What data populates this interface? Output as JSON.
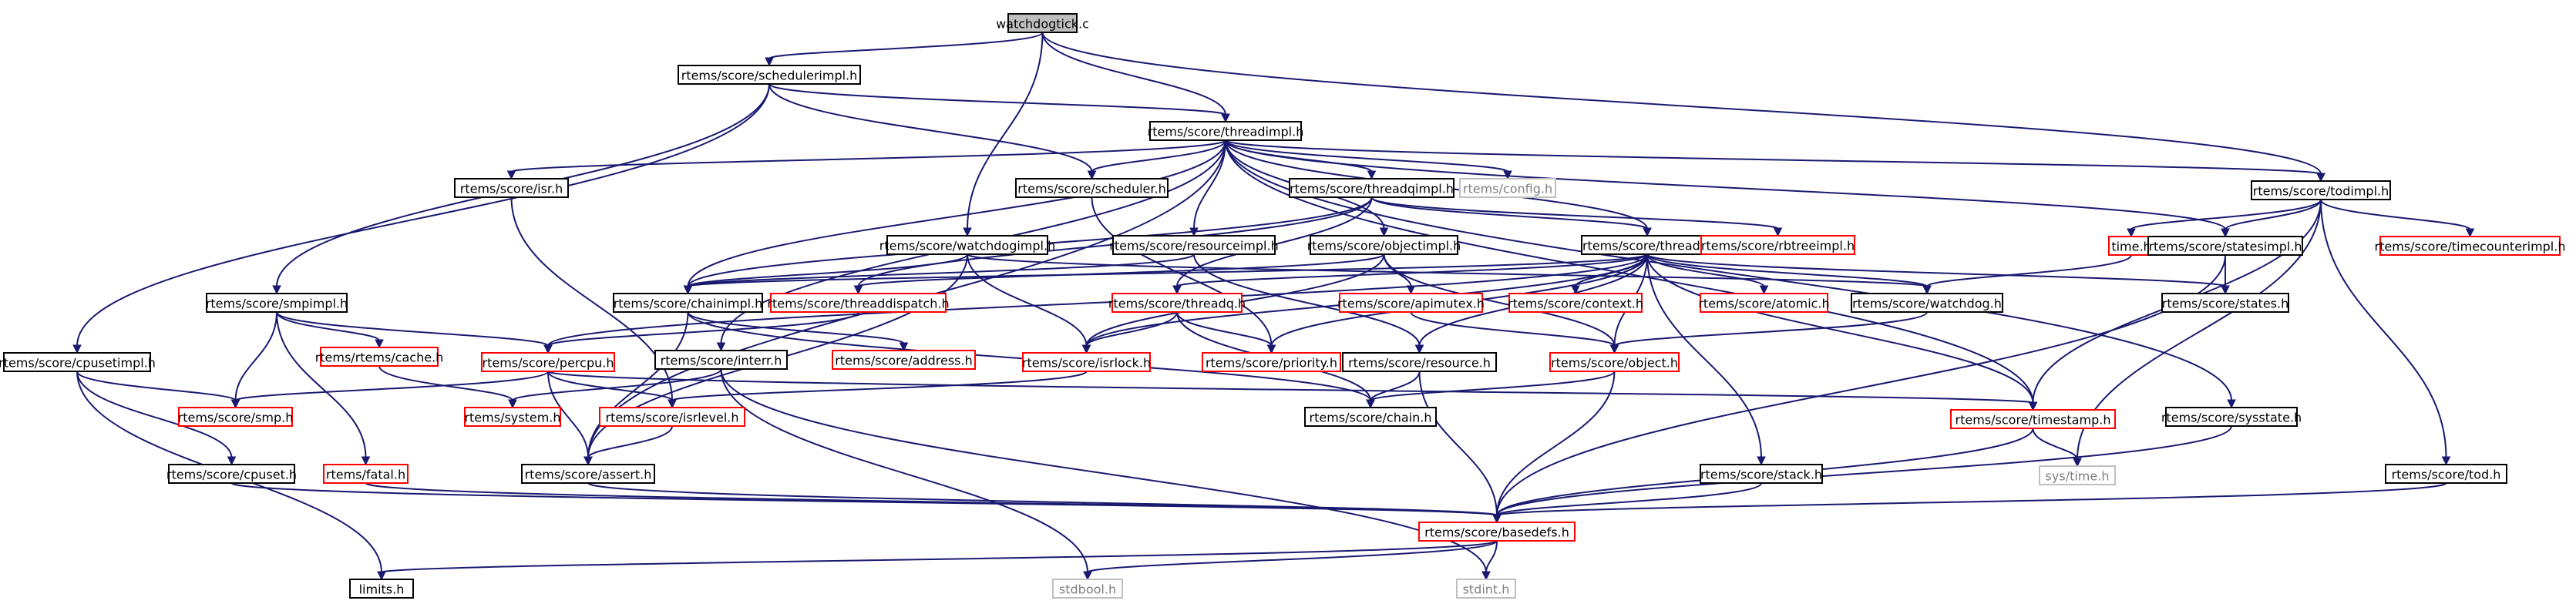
{
  "diagram": {
    "nodes": [
      {
        "id": "watchdogtick",
        "label": "watchdogtick.c",
        "style": "root"
      },
      {
        "id": "schedulerimpl",
        "label": "rtems/score/schedulerimpl.h",
        "style": "normal"
      },
      {
        "id": "threadimpl",
        "label": "rtems/score/threadimpl.h",
        "style": "normal"
      },
      {
        "id": "todimpl",
        "label": "rtems/score/todimpl.h",
        "style": "normal"
      },
      {
        "id": "isr",
        "label": "rtems/score/isr.h",
        "style": "normal"
      },
      {
        "id": "scheduler",
        "label": "rtems/score/scheduler.h",
        "style": "normal"
      },
      {
        "id": "threadqimpl",
        "label": "rtems/score/threadqimpl.h",
        "style": "normal"
      },
      {
        "id": "config",
        "label": "rtems/config.h",
        "style": "gray"
      },
      {
        "id": "time",
        "label": "time.h",
        "style": "red"
      },
      {
        "id": "statesimpl",
        "label": "rtems/score/statesimpl.h",
        "style": "normal"
      },
      {
        "id": "timecounterimpl",
        "label": "rtems/score/timecounterimpl.h",
        "style": "red"
      },
      {
        "id": "watchdogimpl",
        "label": "rtems/score/watchdogimpl.h",
        "style": "normal"
      },
      {
        "id": "resourceimpl",
        "label": "rtems/score/resourceimpl.h",
        "style": "normal"
      },
      {
        "id": "objectimpl",
        "label": "rtems/score/objectimpl.h",
        "style": "normal"
      },
      {
        "id": "thread",
        "label": "rtems/score/thread.h",
        "style": "normal"
      },
      {
        "id": "rbtreeimpl",
        "label": "rtems/score/rbtreeimpl.h",
        "style": "red"
      },
      {
        "id": "smpimpl",
        "label": "rtems/score/smpimpl.h",
        "style": "normal"
      },
      {
        "id": "chainimpl",
        "label": "rtems/score/chainimpl.h",
        "style": "normal"
      },
      {
        "id": "threaddispatch",
        "label": "rtems/score/threaddispatch.h",
        "style": "red"
      },
      {
        "id": "threadq",
        "label": "rtems/score/threadq.h",
        "style": "red"
      },
      {
        "id": "apimutex",
        "label": "rtems/score/apimutex.h",
        "style": "red"
      },
      {
        "id": "context",
        "label": "rtems/score/context.h",
        "style": "red"
      },
      {
        "id": "atomic",
        "label": "rtems/score/atomic.h",
        "style": "red"
      },
      {
        "id": "watchdog",
        "label": "rtems/score/watchdog.h",
        "style": "normal"
      },
      {
        "id": "states",
        "label": "rtems/score/states.h",
        "style": "normal"
      },
      {
        "id": "cpusetimpl",
        "label": "rtems/score/cpusetimpl.h",
        "style": "normal"
      },
      {
        "id": "cache",
        "label": "rtems/rtems/cache.h",
        "style": "red"
      },
      {
        "id": "percpu",
        "label": "rtems/score/percpu.h",
        "style": "red"
      },
      {
        "id": "address",
        "label": "rtems/score/address.h",
        "style": "red"
      },
      {
        "id": "interr",
        "label": "rtems/score/interr.h",
        "style": "normal"
      },
      {
        "id": "isrlock",
        "label": "rtems/score/isrlock.h",
        "style": "red"
      },
      {
        "id": "priority",
        "label": "rtems/score/priority.h",
        "style": "red"
      },
      {
        "id": "resource",
        "label": "rtems/score/resource.h",
        "style": "normal"
      },
      {
        "id": "object",
        "label": "rtems/score/object.h",
        "style": "red"
      },
      {
        "id": "smp",
        "label": "rtems/score/smp.h",
        "style": "red"
      },
      {
        "id": "system",
        "label": "rtems/system.h",
        "style": "red"
      },
      {
        "id": "isrlevel",
        "label": "rtems/score/isrlevel.h",
        "style": "red"
      },
      {
        "id": "chain",
        "label": "rtems/score/chain.h",
        "style": "normal"
      },
      {
        "id": "timestamp",
        "label": "rtems/score/timestamp.h",
        "style": "red"
      },
      {
        "id": "sysstate",
        "label": "rtems/score/sysstate.h",
        "style": "normal"
      },
      {
        "id": "cpuset",
        "label": "rtems/score/cpuset.h",
        "style": "normal"
      },
      {
        "id": "fatal",
        "label": "rtems/fatal.h",
        "style": "red"
      },
      {
        "id": "assert",
        "label": "rtems/score/assert.h",
        "style": "normal"
      },
      {
        "id": "stack",
        "label": "rtems/score/stack.h",
        "style": "normal"
      },
      {
        "id": "systime",
        "label": "sys/time.h",
        "style": "gray"
      },
      {
        "id": "tod",
        "label": "rtems/score/tod.h",
        "style": "normal"
      },
      {
        "id": "basedefs",
        "label": "rtems/score/basedefs.h",
        "style": "red"
      },
      {
        "id": "limits",
        "label": "limits.h",
        "style": "normal"
      },
      {
        "id": "stdbool",
        "label": "stdbool.h",
        "style": "gray"
      },
      {
        "id": "stdint",
        "label": "stdint.h",
        "style": "gray"
      }
    ],
    "edges": [
      [
        "watchdogtick",
        "schedulerimpl"
      ],
      [
        "watchdogtick",
        "threadimpl"
      ],
      [
        "watchdogtick",
        "todimpl"
      ],
      [
        "watchdogtick",
        "watchdogimpl"
      ],
      [
        "schedulerimpl",
        "threadimpl"
      ],
      [
        "schedulerimpl",
        "scheduler"
      ],
      [
        "schedulerimpl",
        "smpimpl"
      ],
      [
        "schedulerimpl",
        "cpusetimpl"
      ],
      [
        "threadimpl",
        "isr"
      ],
      [
        "threadimpl",
        "scheduler"
      ],
      [
        "threadimpl",
        "threadqimpl"
      ],
      [
        "threadimpl",
        "config"
      ],
      [
        "threadimpl",
        "todimpl"
      ],
      [
        "threadimpl",
        "resourceimpl"
      ],
      [
        "threadimpl",
        "objectimpl"
      ],
      [
        "threadimpl",
        "thread"
      ],
      [
        "threadimpl",
        "statesimpl"
      ],
      [
        "threadimpl",
        "chainimpl"
      ],
      [
        "threadimpl",
        "interr"
      ],
      [
        "threadimpl",
        "assert"
      ],
      [
        "threadimpl",
        "sysstate"
      ],
      [
        "threadimpl",
        "timestamp"
      ],
      [
        "todimpl",
        "time"
      ],
      [
        "todimpl",
        "statesimpl"
      ],
      [
        "todimpl",
        "timecounterimpl"
      ],
      [
        "todimpl",
        "tod"
      ],
      [
        "todimpl",
        "systime"
      ],
      [
        "todimpl",
        "timestamp"
      ],
      [
        "isr",
        "isrlevel"
      ],
      [
        "scheduler",
        "priority"
      ],
      [
        "threadqimpl",
        "thread"
      ],
      [
        "threadqimpl",
        "rbtreeimpl"
      ],
      [
        "threadqimpl",
        "threadq"
      ],
      [
        "threadqimpl",
        "chainimpl"
      ],
      [
        "threadqimpl",
        "threaddispatch"
      ],
      [
        "time",
        "watchdog"
      ],
      [
        "statesimpl",
        "states"
      ],
      [
        "statesimpl",
        "basedefs"
      ],
      [
        "watchdogimpl",
        "watchdog"
      ],
      [
        "watchdogimpl",
        "chainimpl"
      ],
      [
        "watchdogimpl",
        "isrlock"
      ],
      [
        "watchdogimpl",
        "assert"
      ],
      [
        "resourceimpl",
        "resource"
      ],
      [
        "resourceimpl",
        "chainimpl"
      ],
      [
        "objectimpl",
        "object"
      ],
      [
        "objectimpl",
        "apimutex"
      ],
      [
        "objectimpl",
        "isrlock"
      ],
      [
        "objectimpl",
        "threaddispatch"
      ],
      [
        "thread",
        "threadq"
      ],
      [
        "thread",
        "context"
      ],
      [
        "thread",
        "atomic"
      ],
      [
        "thread",
        "watchdog"
      ],
      [
        "thread",
        "states"
      ],
      [
        "thread",
        "object"
      ],
      [
        "thread",
        "resource"
      ],
      [
        "thread",
        "priority"
      ],
      [
        "thread",
        "isrlock"
      ],
      [
        "thread",
        "chainimpl"
      ],
      [
        "thread",
        "stack"
      ],
      [
        "thread",
        "timestamp"
      ],
      [
        "thread",
        "percpu"
      ],
      [
        "smpimpl",
        "smp"
      ],
      [
        "smpimpl",
        "percpu"
      ],
      [
        "smpimpl",
        "cache"
      ],
      [
        "smpimpl",
        "fatal"
      ],
      [
        "chainimpl",
        "address"
      ],
      [
        "chainimpl",
        "chain"
      ],
      [
        "chainimpl",
        "assert"
      ],
      [
        "threaddispatch",
        "percpu"
      ],
      [
        "threadq",
        "isrlock"
      ],
      [
        "threadq",
        "priority"
      ],
      [
        "threadq",
        "chain"
      ],
      [
        "apimutex",
        "object"
      ],
      [
        "watchdog",
        "object"
      ],
      [
        "cpusetimpl",
        "smp"
      ],
      [
        "cpusetimpl",
        "cpuset"
      ],
      [
        "cpusetimpl",
        "limits"
      ],
      [
        "cache",
        "system"
      ],
      [
        "percpu",
        "smp"
      ],
      [
        "percpu",
        "isrlevel"
      ],
      [
        "percpu",
        "assert"
      ],
      [
        "percpu",
        "timestamp"
      ],
      [
        "interr",
        "system"
      ],
      [
        "interr",
        "stdbool"
      ],
      [
        "interr",
        "stdint"
      ],
      [
        "isrlock",
        "isrlevel"
      ],
      [
        "resource",
        "chain"
      ],
      [
        "resource",
        "basedefs"
      ],
      [
        "object",
        "chain"
      ],
      [
        "object",
        "basedefs"
      ],
      [
        "isrlevel",
        "assert"
      ],
      [
        "timestamp",
        "systime"
      ],
      [
        "timestamp",
        "basedefs"
      ],
      [
        "sysstate",
        "basedefs"
      ],
      [
        "cpuset",
        "basedefs"
      ],
      [
        "fatal",
        "basedefs"
      ],
      [
        "assert",
        "basedefs"
      ],
      [
        "stack",
        "basedefs"
      ],
      [
        "tod",
        "basedefs"
      ],
      [
        "basedefs",
        "limits"
      ],
      [
        "basedefs",
        "stdbool"
      ],
      [
        "basedefs",
        "stdint"
      ]
    ],
    "colors": {
      "edge": "#191970",
      "normal_border": "#000000",
      "normal_fill": "#ffffff",
      "red_border": "#ff0000",
      "gray_border": "#bfbfbf",
      "gray_text": "#808080",
      "root_fill": "#bfbfbf",
      "root_border": "#000000",
      "text": "#000000"
    }
  }
}
